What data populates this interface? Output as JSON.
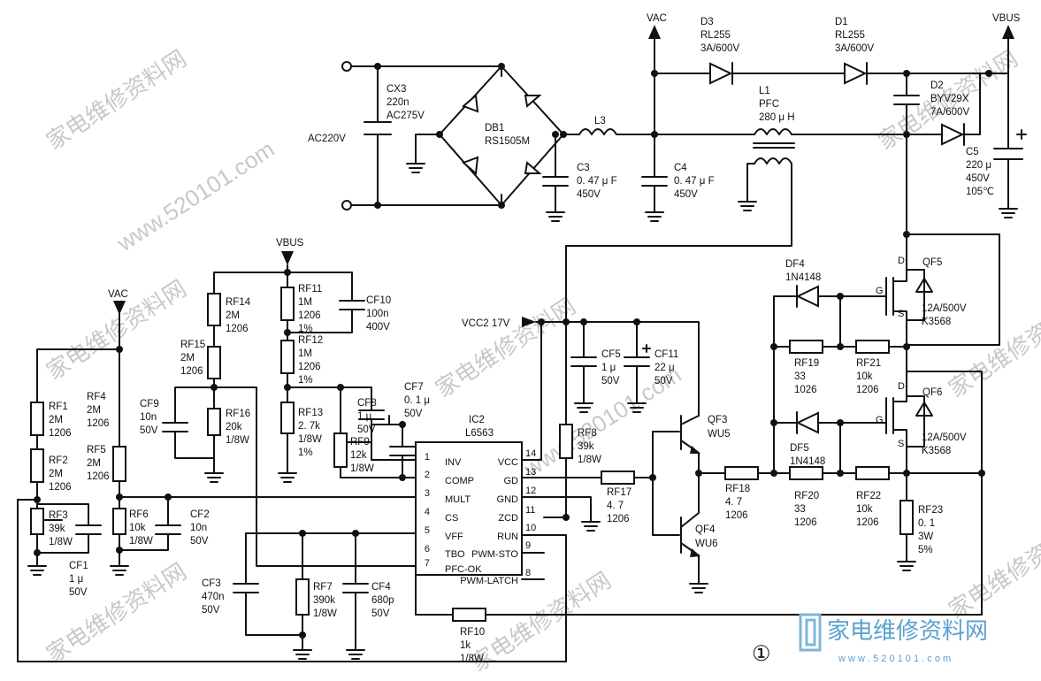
{
  "figure_number": "①",
  "watermarks": {
    "site_cn": "家电维修资料网",
    "site_url": "www.520101.com",
    "logo_text": "家电维修资料网",
    "logo_url": "w w w . 5 2 0 1 0 1 . c o m"
  },
  "rails": {
    "vac": "VAC",
    "vbus": "VBUS",
    "vcc2": "VCC2 17V"
  },
  "input": {
    "ac": "AC220V",
    "cx3": [
      "CX3",
      "220n",
      "AC275V"
    ],
    "db1": [
      "DB1",
      "RS1505M"
    ],
    "l3": "L3",
    "c3": [
      "C3",
      "0. 47 μ F",
      "450V"
    ],
    "c4": [
      "C4",
      "0. 47 μ F",
      "450V"
    ]
  },
  "pfc": {
    "d3": [
      "D3",
      "RL255",
      "3A/600V"
    ],
    "d1": [
      "D1",
      "RL255",
      "3A/600V"
    ],
    "l1": [
      "L1",
      "PFC",
      "280 μ H"
    ],
    "d2": [
      "D2",
      "BYV29X",
      "7A/600V"
    ],
    "c5": [
      "C5",
      "220 μ",
      "450V",
      "105℃"
    ]
  },
  "divider": {
    "rf1": [
      "RF1",
      "2M",
      "1206"
    ],
    "rf2": [
      "RF2",
      "2M",
      "1206"
    ],
    "rf3": [
      "RF3",
      "39k",
      "1/8W"
    ],
    "cf1": [
      "CF1",
      "1 μ",
      "50V"
    ],
    "rf4": [
      "RF4",
      "2M",
      "1206"
    ],
    "rf5": [
      "RF5",
      "2M",
      "1206"
    ],
    "rf6": [
      "RF6",
      "10k",
      "1/8W"
    ],
    "cf2": [
      "CF2",
      "10n",
      "50V"
    ],
    "rf14": [
      "RF14",
      "2M",
      "1206"
    ],
    "rf15": [
      "RF15",
      "2M",
      "1206"
    ],
    "rf16": [
      "RF16",
      "20k",
      "1/8W"
    ],
    "cf9": [
      "CF9",
      "10n",
      "50V"
    ],
    "rf11": [
      "RF11",
      "1M",
      "1206",
      "1%"
    ],
    "rf12": [
      "RF12",
      "1M",
      "1206",
      "1%"
    ],
    "rf13": [
      "RF13",
      "2. 7k",
      "1/8W",
      "1%"
    ],
    "cf10": [
      "CF10",
      "100n",
      "400V"
    ],
    "cf8": [
      "CF8",
      "1 μ",
      "50V"
    ],
    "rf9": [
      "RF9",
      "12k",
      "1/8W"
    ],
    "cf7": [
      "CF7",
      "0. 1 μ",
      "50V"
    ]
  },
  "ic": {
    "name": [
      "IC2",
      "L6563"
    ],
    "left_pins": [
      {
        "num": "1",
        "name": "INV"
      },
      {
        "num": "2",
        "name": "COMP"
      },
      {
        "num": "3",
        "name": "MULT"
      },
      {
        "num": "4",
        "name": "CS"
      },
      {
        "num": "5",
        "name": "VFF"
      },
      {
        "num": "6",
        "name": "TBO"
      },
      {
        "num": "7",
        "name": "PFC-OK"
      }
    ],
    "right_pins": [
      {
        "num": "14",
        "name": "VCC"
      },
      {
        "num": "13",
        "name": "GD"
      },
      {
        "num": "12",
        "name": "GND"
      },
      {
        "num": "11",
        "name": "ZCD"
      },
      {
        "num": "10",
        "name": "RUN"
      },
      {
        "num": "9",
        "name": "PWM-STO"
      },
      {
        "num": "8",
        "name": "PWM-LATCH"
      }
    ]
  },
  "bottom": {
    "cf3": [
      "CF3",
      "470n",
      "50V"
    ],
    "rf7": [
      "RF7",
      "390k",
      "1/8W"
    ],
    "cf4": [
      "CF4",
      "680p",
      "50V"
    ],
    "rf10": [
      "RF10",
      "1k",
      "1/8W"
    ]
  },
  "driver": {
    "cf5": [
      "CF5",
      "1 μ",
      "50V"
    ],
    "cf11": [
      "CF11",
      "22 μ",
      "50V"
    ],
    "rf8": [
      "RF8",
      "39k",
      "1/8W"
    ],
    "rf17": [
      "RF17",
      "4. 7",
      "1206"
    ],
    "qf3": [
      "QF3",
      "WU5"
    ],
    "qf4": [
      "QF4",
      "WU6"
    ],
    "rf18": [
      "RF18",
      "4. 7",
      "1206"
    ]
  },
  "mosfets": {
    "df4": [
      "DF4",
      "1N4148"
    ],
    "qf5": [
      "QF5",
      "12A/500V",
      "K3568"
    ],
    "rf19": [
      "RF19",
      "33",
      "1026"
    ],
    "rf21": [
      "RF21",
      "10k",
      "1206"
    ],
    "df5": [
      "DF5",
      "1N4148"
    ],
    "qf6": [
      "QF6",
      "12A/500V",
      "K3568"
    ],
    "rf20": [
      "RF20",
      "33",
      "1206"
    ],
    "rf22": [
      "RF22",
      "10k",
      "1206"
    ],
    "rf23": [
      "RF23",
      "0. 1",
      "3W",
      "5%"
    ],
    "pin_d": "D",
    "pin_g": "G",
    "pin_s": "S"
  }
}
